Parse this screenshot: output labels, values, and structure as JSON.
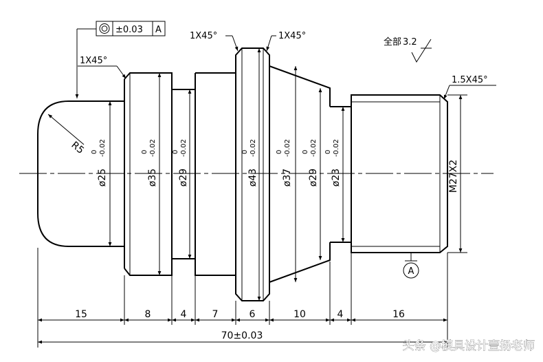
{
  "tolerance_frame": {
    "symbol_name": "concentricity-icon",
    "tolerance": "±0.03",
    "datum": "A"
  },
  "chamfers": {
    "left_end": "1X45°",
    "collar_left": "1X45°",
    "collar_right": "1X45°",
    "thread_end": "1.5X45°"
  },
  "radius_label": "R5",
  "surface_finish": {
    "label": "全部",
    "value": "3.2"
  },
  "datum_marker": "A",
  "diameters": [
    {
      "label": "ø25",
      "upper": "0",
      "lower": "-0.02"
    },
    {
      "label": "ø35",
      "upper": "0",
      "lower": "-0.02"
    },
    {
      "label": "ø29",
      "upper": "0",
      "lower": "-0.02"
    },
    {
      "label": "ø43",
      "upper": "0",
      "lower": "-0.02"
    },
    {
      "label": "ø37",
      "upper": "0",
      "lower": "-0.02"
    },
    {
      "label": "ø29",
      "upper": "0",
      "lower": "-0.02"
    },
    {
      "label": "ø23",
      "upper": "0",
      "lower": "-0.02"
    }
  ],
  "thread_label": "M27X2",
  "lengths": [
    "15",
    "8",
    "4",
    "7",
    "6",
    "10",
    "4",
    "16"
  ],
  "overall_length": "70±0.03",
  "watermark": "头条 @模具设计壹扬老师"
}
